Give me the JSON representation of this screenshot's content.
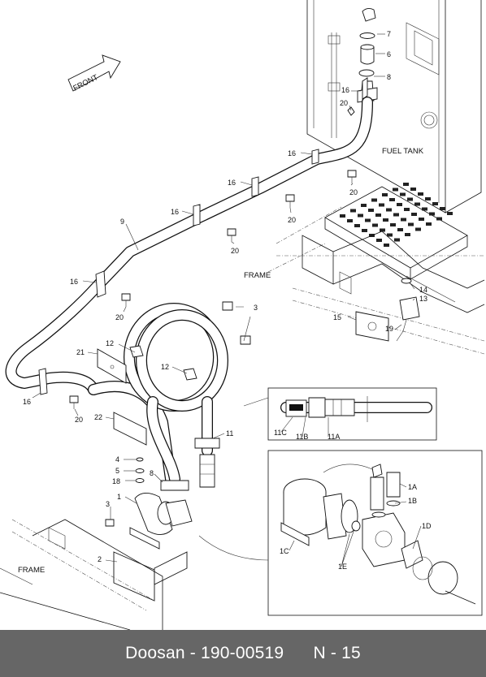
{
  "footer": {
    "brand": "Doosan",
    "part_number": "190-00519",
    "page": "N - 15"
  },
  "diagram": {
    "front_label": "FRONT",
    "fuel_tank_label": "FUEL TANK",
    "frame_label_right": "FRAME",
    "frame_label_left": "FRAME",
    "callouts": {
      "c7": "7",
      "c6": "6",
      "c8_top": "8",
      "c16_a": "16",
      "c20_a": "20",
      "c16_b": "16",
      "c20_b": "20",
      "c16_c": "16",
      "c20_c": "20",
      "c16_d": "16",
      "c20_d": "20",
      "c9": "9",
      "c16_e": "16",
      "c20_e": "20",
      "c3_a": "3",
      "c12_a": "12",
      "c21": "21",
      "c12_b": "12",
      "c16_f": "16",
      "c20_f": "20",
      "c22": "22",
      "c11": "11",
      "c14": "14",
      "c13": "13",
      "c15": "15",
      "c19": "19",
      "c4": "4",
      "c5": "5",
      "c18": "18",
      "c8": "8",
      "c1": "1",
      "c3_b": "3",
      "c2": "2",
      "c11c": "11C",
      "c11b": "11B",
      "c11a": "11A",
      "c1a": "1A",
      "c1b": "1B",
      "c1d": "1D",
      "c1c": "1C",
      "c1e": "1E"
    }
  }
}
